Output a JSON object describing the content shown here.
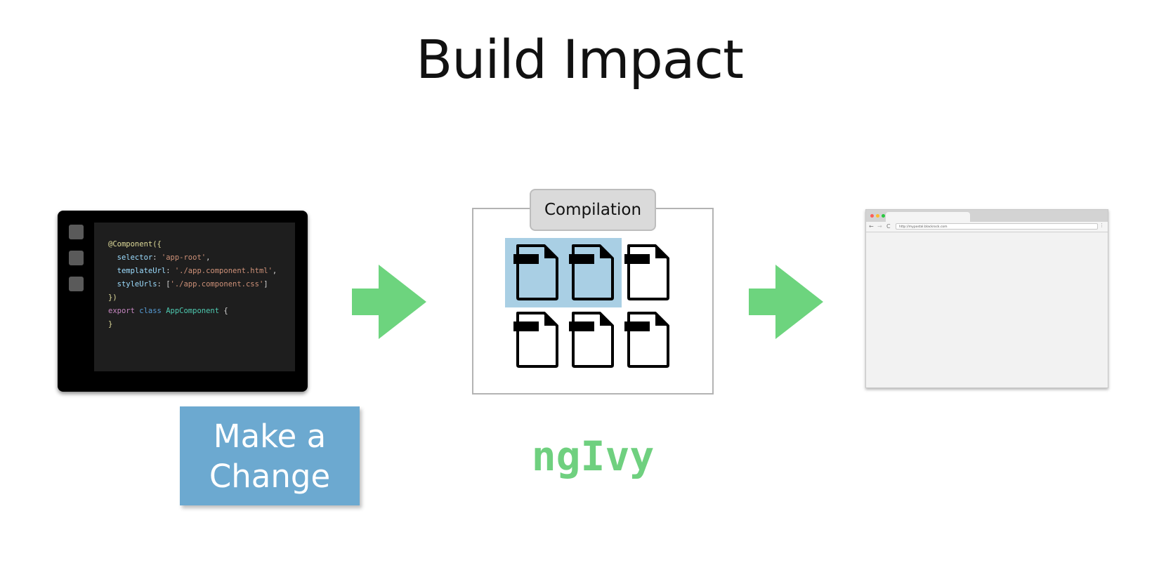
{
  "title": "Build Impact",
  "editor": {
    "code_lines": [
      [
        {
          "t": "@Component({",
          "c": "tk-dec"
        }
      ],
      [
        {
          "t": "  selector",
          "c": "tk-key"
        },
        {
          "t": ": ",
          "c": ""
        },
        {
          "t": "'app-root'",
          "c": "tk-str"
        },
        {
          "t": ",",
          "c": ""
        }
      ],
      [
        {
          "t": "  templateUrl",
          "c": "tk-key"
        },
        {
          "t": ": ",
          "c": ""
        },
        {
          "t": "'./app.component.html'",
          "c": "tk-str"
        },
        {
          "t": ",",
          "c": ""
        }
      ],
      [
        {
          "t": "  styleUrls",
          "c": "tk-key"
        },
        {
          "t": ": [",
          "c": ""
        },
        {
          "t": "'./app.component.css'",
          "c": "tk-str"
        },
        {
          "t": "]",
          "c": ""
        }
      ],
      [
        {
          "t": "})",
          "c": "tk-dec"
        }
      ],
      [
        {
          "t": "export",
          "c": "tk-kw"
        },
        {
          "t": " ",
          "c": ""
        },
        {
          "t": "class",
          "c": "tk-cls"
        },
        {
          "t": " ",
          "c": ""
        },
        {
          "t": "AppComponent",
          "c": "tk-name"
        },
        {
          "t": " {",
          "c": ""
        }
      ],
      [
        {
          "t": "}",
          "c": "tk-dec"
        }
      ]
    ]
  },
  "callout": {
    "line1": "Make a",
    "line2": "Change"
  },
  "compilation": {
    "label": "Compilation"
  },
  "ngivy": "ngIvy",
  "browser": {
    "url": "http://mypostal.blackrock.com",
    "nav_back": "←",
    "nav_forward": "→",
    "nav_reload": "C",
    "menu": "⋮"
  },
  "colors": {
    "arrow": "#6dd47e",
    "callout": "#6ca9d0",
    "highlight": "#a9cfe4",
    "ngivy": "#6fd07f"
  }
}
